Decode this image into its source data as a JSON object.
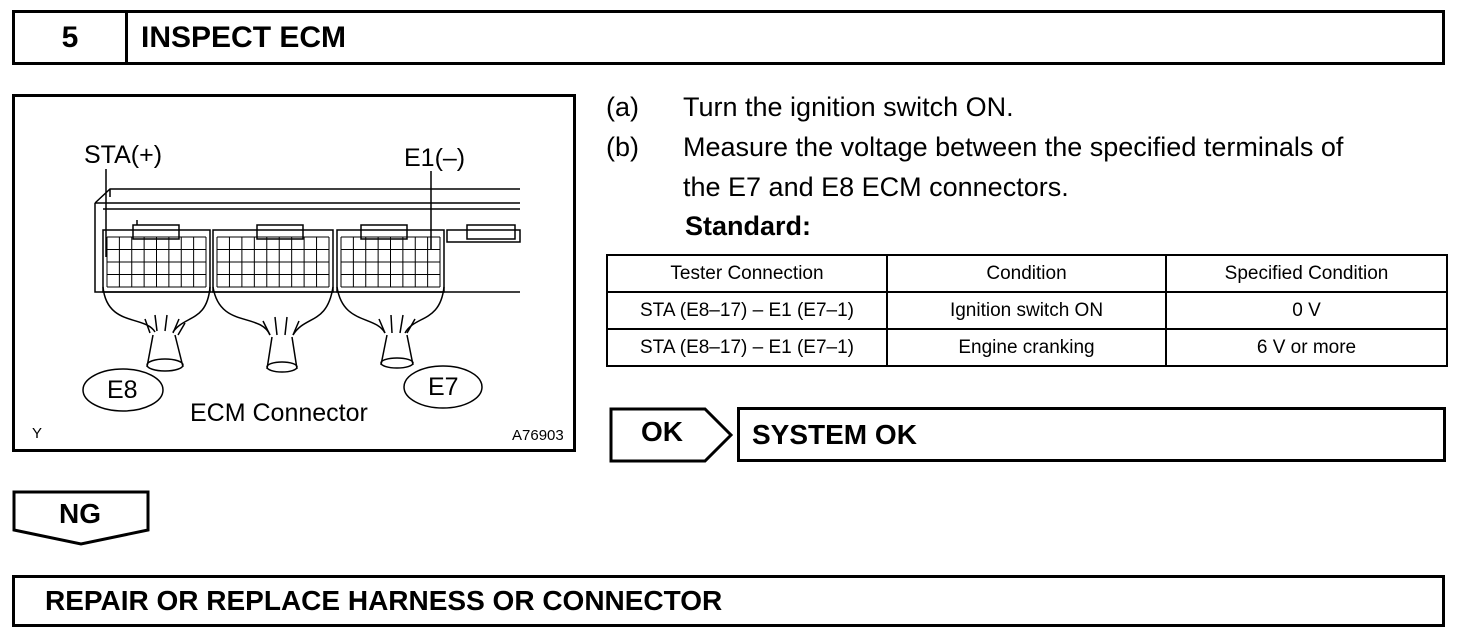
{
  "step": {
    "number": "5",
    "title": "INSPECT ECM"
  },
  "figure": {
    "pin_plus": "STA(+)",
    "pin_minus": "E1(–)",
    "connector_left": "E8",
    "connector_right": "E7",
    "caption": "ECM Connector",
    "corner_mark": "Y",
    "figure_code": "A76903"
  },
  "instructions": [
    {
      "label": "(a)",
      "text": "Turn the ignition switch ON."
    },
    {
      "label": "(b)",
      "text": "Measure the voltage between the specified terminals of",
      "text2": "the E7 and E8 ECM connectors."
    }
  ],
  "standard_label": "Standard:",
  "table": {
    "headers": [
      "Tester Connection",
      "Condition",
      "Specified Condition"
    ],
    "rows": [
      [
        "STA (E8–17) – E1 (E7–1)",
        "Ignition switch ON",
        "0 V"
      ],
      [
        "STA (E8–17) – E1 (E7–1)",
        "Engine cranking",
        "6 V or more"
      ]
    ]
  },
  "ok": {
    "tag": "OK",
    "result": "SYSTEM OK"
  },
  "ng": {
    "tag": "NG",
    "result": "REPAIR OR REPLACE HARNESS OR CONNECTOR"
  }
}
